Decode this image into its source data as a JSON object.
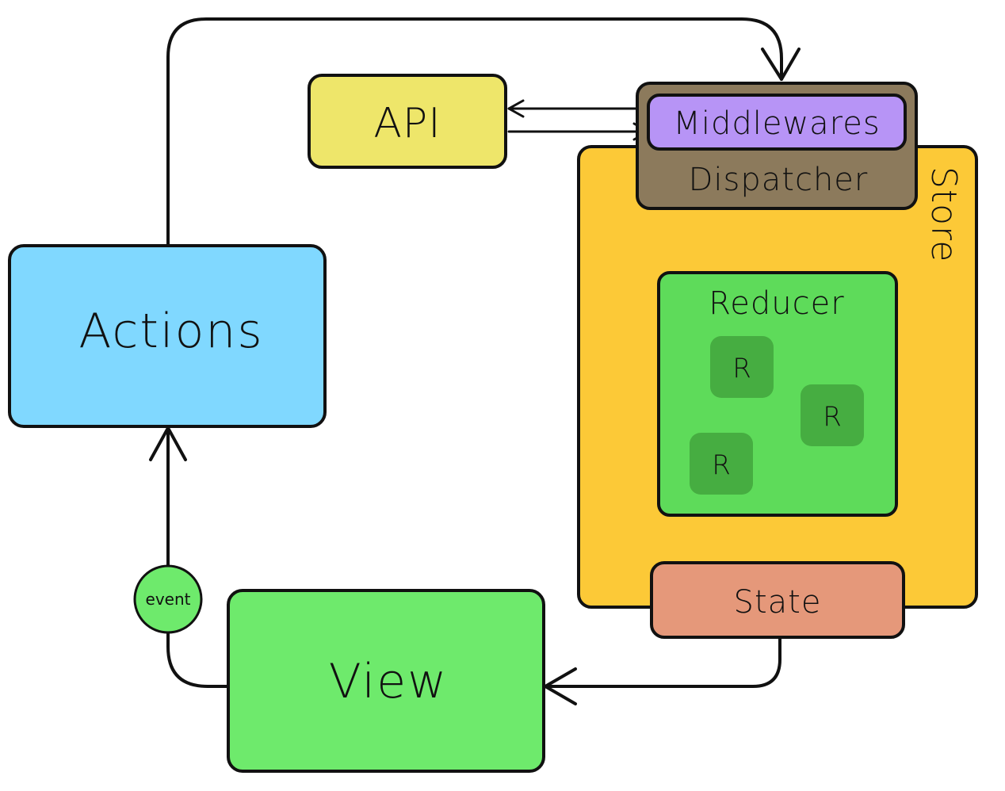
{
  "nodes": {
    "actions": "Actions",
    "api": "API",
    "middlewares": "Middlewares",
    "dispatcher": "Dispatcher",
    "store": "Store",
    "reducer": "Reducer",
    "reducer_items": [
      "R",
      "R",
      "R"
    ],
    "state": "State",
    "view": "View",
    "event": "event"
  },
  "colors": {
    "actions": "#80d8ff",
    "api": "#eee66a",
    "middlewares": "#b794f6",
    "dispatcher": "#8c7a5c",
    "store": "#fcc937",
    "reducer": "#5edb5a",
    "reducer_item": "#46ad41",
    "state": "#e5987a",
    "view": "#6eea6c",
    "event": "#6eea6c",
    "stroke": "#111111"
  }
}
